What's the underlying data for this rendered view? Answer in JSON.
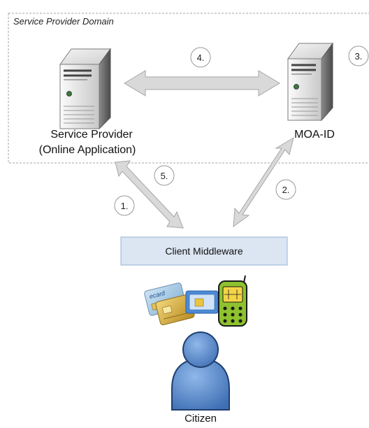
{
  "domain_label": "Service Provider Domain",
  "nodes": {
    "service_provider": {
      "line1": "Service Provider",
      "line2": "(Online Application)"
    },
    "moa_id": {
      "label": "MOA-ID"
    },
    "middleware": {
      "label": "Client Middleware"
    },
    "citizen": {
      "label": "Citizen"
    }
  },
  "steps": [
    "1.",
    "2.",
    "3.",
    "4.",
    "5."
  ],
  "card_text": "ecard",
  "colors": {
    "arrow_fill": "#d9d9d9",
    "arrow_stroke": "#a6a6a6",
    "middleware_fill": "#dce6f2",
    "middleware_stroke": "#95b3d7",
    "domain_border": "#a6a6a6",
    "citizen_body": "#5b8fd2"
  }
}
